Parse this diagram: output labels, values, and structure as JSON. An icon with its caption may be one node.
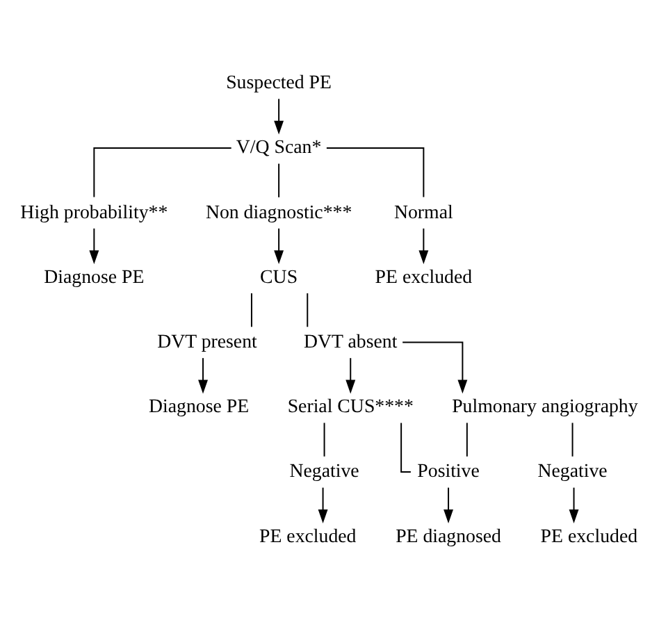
{
  "diagram": {
    "nodes": [
      {
        "text": [
          "Suspected PE"
        ]
      },
      {
        "text": [
          "V/Q Scan*"
        ]
      },
      {
        "text": [
          "High probability**"
        ]
      },
      {
        "text": [
          "Non diagnostic***"
        ]
      },
      {
        "text": [
          "Normal"
        ]
      },
      {
        "text": [
          "Diagnose PE"
        ]
      },
      {
        "text": [
          "CUS"
        ]
      },
      {
        "text": [
          "PE excluded"
        ]
      },
      {
        "text": [
          "DVT present"
        ]
      },
      {
        "text": [
          "DVT absent"
        ]
      },
      {
        "text": [
          "Diagnose PE"
        ]
      },
      {
        "text": [
          "Serial CUS****"
        ]
      },
      {
        "text": [
          "Pulmonary angiography"
        ]
      },
      {
        "text": [
          "Negative"
        ]
      },
      {
        "text": [
          "Positive"
        ]
      },
      {
        "text": [
          "Negative"
        ]
      },
      {
        "text": [
          "PE excluded"
        ]
      },
      {
        "text": [
          "PE diagnosed"
        ]
      },
      {
        "text": [
          "PE excluded"
        ]
      }
    ],
    "edges": [
      {
        "from": 0,
        "to": 1,
        "arrow": "to"
      },
      {
        "from": 1,
        "to": 2,
        "arrow": "none"
      },
      {
        "from": 1,
        "to": 3,
        "arrow": "none"
      },
      {
        "from": 1,
        "to": 4,
        "arrow": "none"
      },
      {
        "from": 2,
        "to": 5,
        "arrow": "to"
      },
      {
        "from": 3,
        "to": 6,
        "arrow": "to"
      },
      {
        "from": 4,
        "to": 7,
        "arrow": "to"
      },
      {
        "from": 6,
        "to": 8,
        "arrow": "none"
      },
      {
        "from": 6,
        "to": 9,
        "arrow": "none"
      },
      {
        "from": 8,
        "to": 10,
        "arrow": "to"
      },
      {
        "from": 9,
        "to": 11,
        "arrow": "to"
      },
      {
        "from": 9,
        "to": 12,
        "arrow": "to"
      },
      {
        "from": 11,
        "to": 13,
        "arrow": "none"
      },
      {
        "from": 11,
        "to": 14,
        "arrow": "none"
      },
      {
        "from": 12,
        "to": 14,
        "arrow": "none"
      },
      {
        "from": 12,
        "to": 15,
        "arrow": "none"
      },
      {
        "from": 13,
        "to": 16,
        "arrow": "to"
      },
      {
        "from": 14,
        "to": 17,
        "arrow": "to"
      },
      {
        "from": 15,
        "to": 18,
        "arrow": "to"
      }
    ]
  }
}
